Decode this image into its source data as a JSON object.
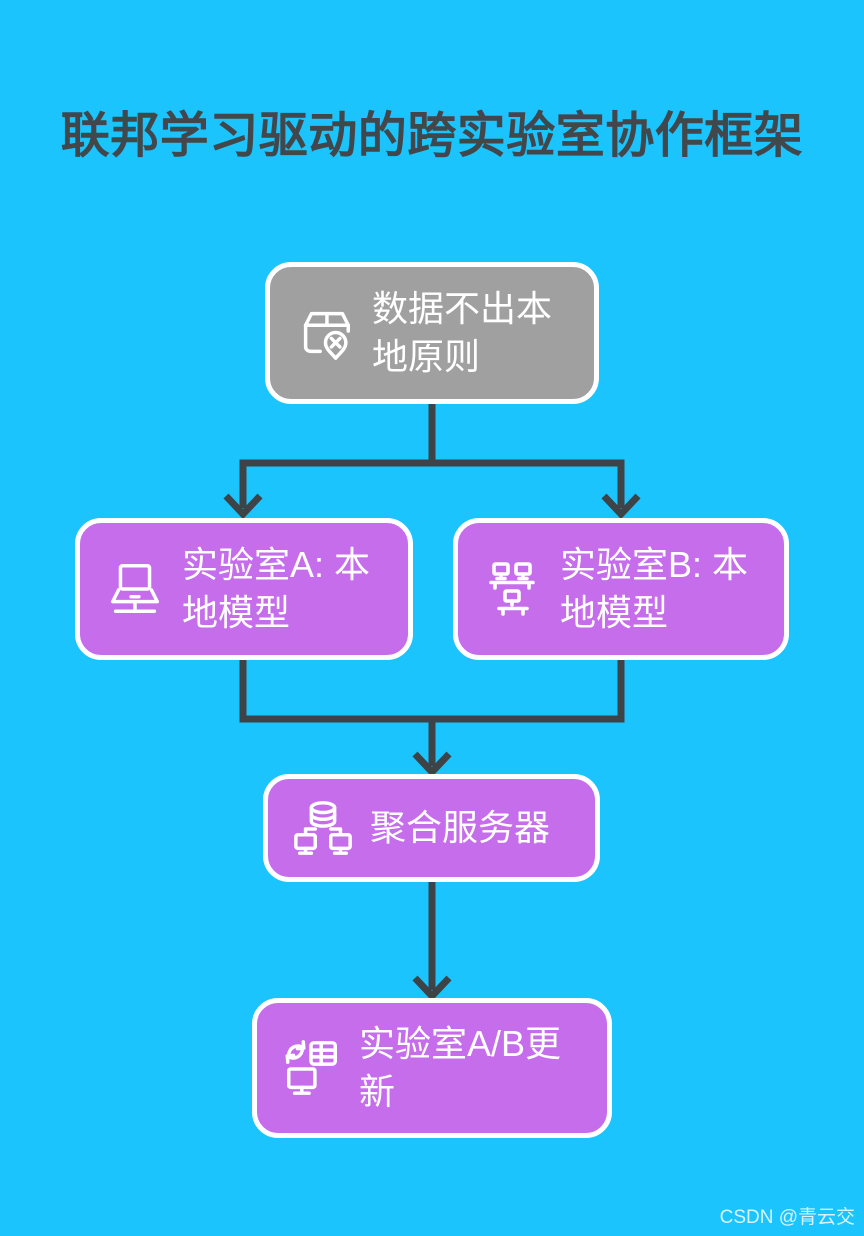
{
  "page": {
    "title": "联邦学习驱动的跨实验室协作框架",
    "watermark": "CSDN @青云交"
  },
  "colors": {
    "background": "#1BC4FC",
    "box_purple": "#C56DEB",
    "box_gray": "#A0A0A0",
    "arrow": "#3E4347",
    "title_text": "#41474B",
    "box_text": "#FFFFFF",
    "box_border": "#FFFFFF"
  },
  "diagram": {
    "nodes": [
      {
        "id": "principle",
        "label": "数据不出本\n地原则",
        "icon": "package-x-icon",
        "variant": "gray"
      },
      {
        "id": "lab-a",
        "label": "实验室A: 本\n地模型",
        "icon": "laptop-icon",
        "variant": "purple"
      },
      {
        "id": "lab-b",
        "label": "实验室B: 本\n地模型",
        "icon": "workstations-icon",
        "variant": "purple"
      },
      {
        "id": "server",
        "label": "聚合服务器",
        "icon": "database-network-icon",
        "variant": "purple"
      },
      {
        "id": "update",
        "label": "实验室A/B更\n新",
        "icon": "sync-update-icon",
        "variant": "purple"
      }
    ],
    "edges": [
      {
        "from": "principle",
        "to": "lab-a"
      },
      {
        "from": "principle",
        "to": "lab-b"
      },
      {
        "from": "lab-a",
        "to": "server"
      },
      {
        "from": "lab-b",
        "to": "server"
      },
      {
        "from": "server",
        "to": "update"
      }
    ]
  }
}
